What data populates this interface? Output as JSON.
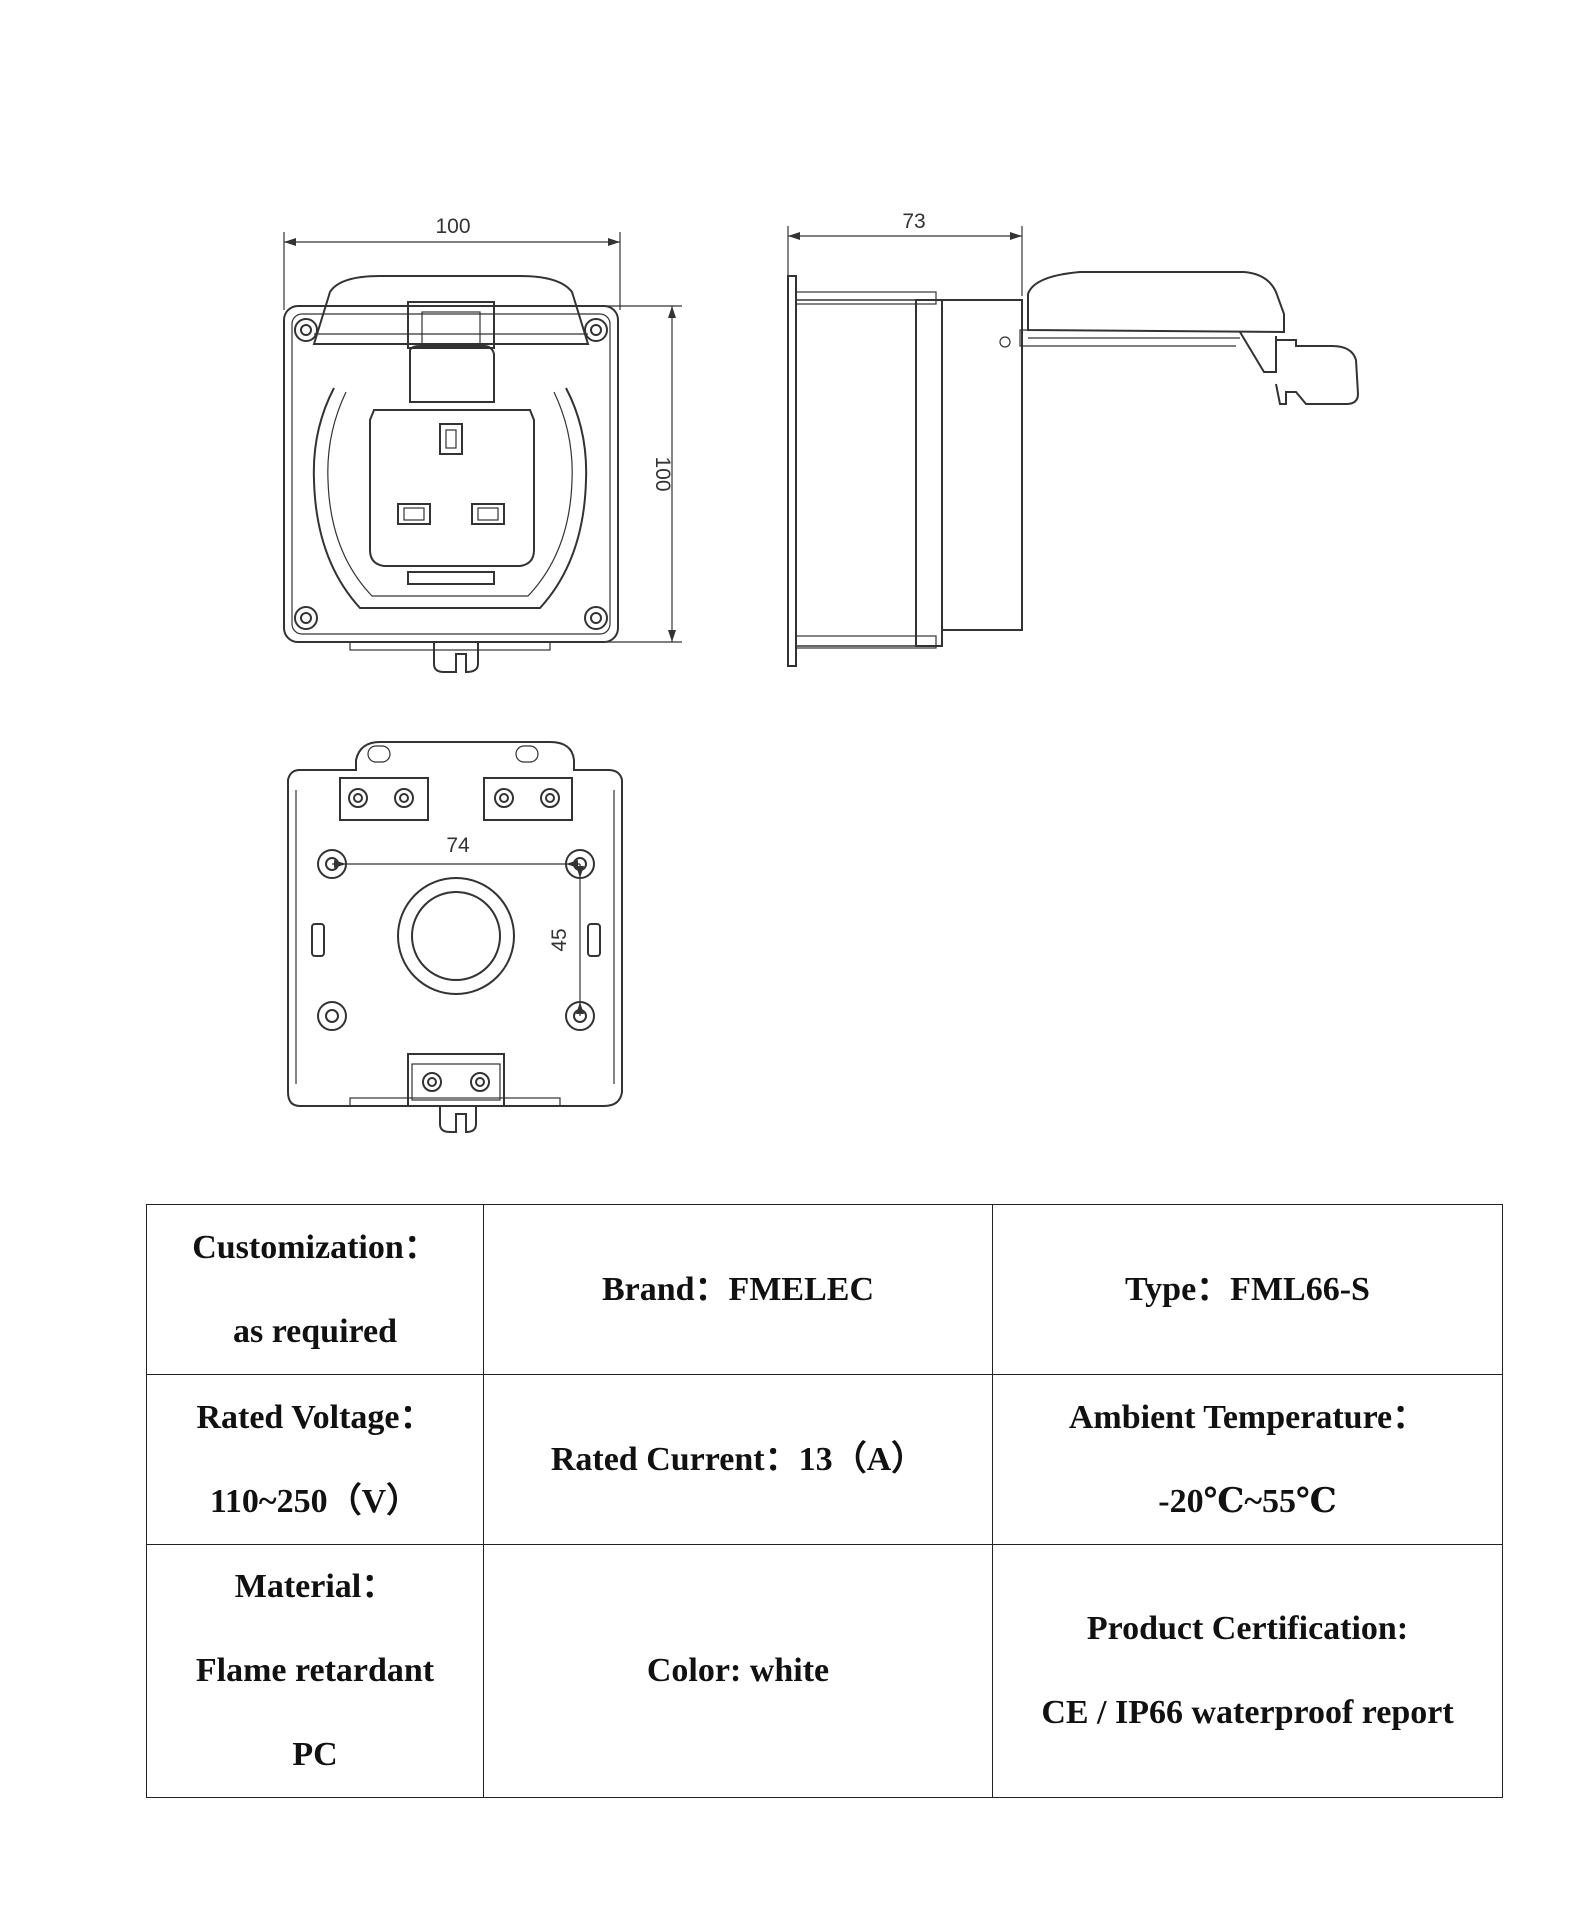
{
  "drawing": {
    "front_view": {
      "width_dim": "100",
      "height_dim": "100"
    },
    "side_view": {
      "depth_dim": "73"
    },
    "back_view": {
      "hole_spacing_h": "74",
      "hole_spacing_v": "45"
    }
  },
  "specs": {
    "rows": [
      [
        {
          "lines": [
            "Customization：",
            "as required"
          ]
        },
        {
          "lines": [
            "Brand：FMELEC"
          ]
        },
        {
          "lines": [
            "Type：FML66-S"
          ]
        }
      ],
      [
        {
          "lines": [
            "Rated Voltage：",
            "110~250（V）"
          ]
        },
        {
          "lines": [
            "Rated Current：13（A）"
          ]
        },
        {
          "lines": [
            "Ambient Temperature：",
            "-20℃~55℃"
          ]
        }
      ],
      [
        {
          "lines": [
            "Material：",
            "Flame retardant",
            "PC"
          ]
        },
        {
          "lines": [
            "Color: white"
          ]
        },
        {
          "lines": [
            "Product Certification:",
            "CE / IP66 waterproof report"
          ]
        }
      ]
    ]
  }
}
